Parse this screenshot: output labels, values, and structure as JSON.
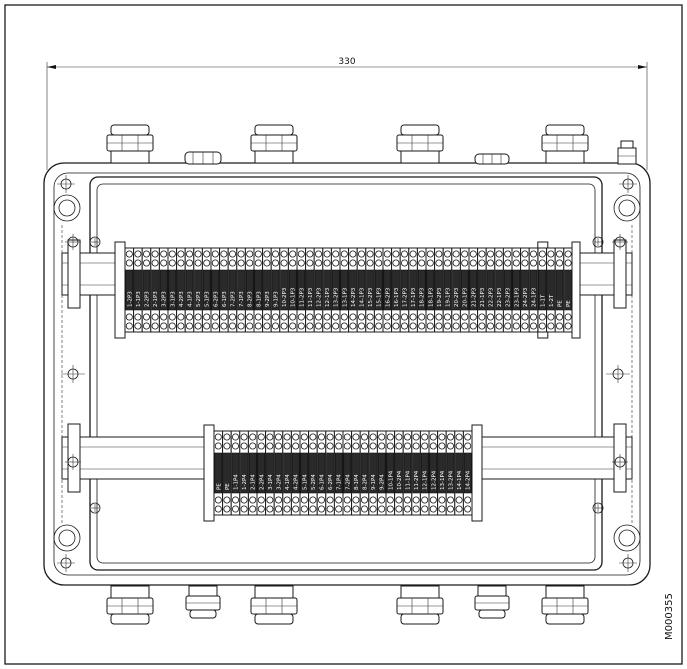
{
  "dimension": {
    "value": "330"
  },
  "drawing_code": "M000355",
  "upper_terminal_labels": [
    "1-2P3",
    "1-1P3",
    "2-2P3",
    "2-1P3",
    "3-2P3",
    "3-1P3",
    "4-2P3",
    "4-1P3",
    "5-2P3",
    "5-1P3",
    "6-2P3",
    "6-1P3",
    "7-2P3",
    "7-1P3",
    "8-2P3",
    "8-1P3",
    "9-2P3",
    "9-1P3",
    "10-2P3",
    "10-1P3",
    "11-2P3",
    "11-1P3",
    "12-2P3",
    "12-1P3",
    "13-2P3",
    "13-1P3",
    "14-2P3",
    "14-1P3",
    "15-2P3",
    "15-1P3",
    "16-2P3",
    "16-1P3",
    "17-2P3",
    "17-1P3",
    "18-2P3",
    "18-1P3",
    "19-2P3",
    "19-1P3",
    "20-2P3",
    "20-1P3",
    "21-2P3",
    "21-1P3",
    "22-2P3",
    "22-1P3",
    "23-2P3",
    "23-1P3",
    "24-2P3",
    "24-1P3"
  ],
  "upper_end_labels": [
    "1-1T",
    "1-2T",
    "PE",
    "PE"
  ],
  "lower_terminal_labels": [
    "PE",
    "PE",
    "1-1P4",
    "1-2P4",
    "2-1P4",
    "2-2P4",
    "3-1P4",
    "3-2P4",
    "4-1P4",
    "4-2P4",
    "5-1P4",
    "5-2P4",
    "6-1P4",
    "6-2P4",
    "7-1P4",
    "7-2P4",
    "8-1P4",
    "8-2P4",
    "9-1P4",
    "9-2P4",
    "10-1P4",
    "10-2P4",
    "11-1P4",
    "11-2P4",
    "12-1P4",
    "12-2P4",
    "13-1P4",
    "13-2P4",
    "14-1P4",
    "14-2P4"
  ]
}
